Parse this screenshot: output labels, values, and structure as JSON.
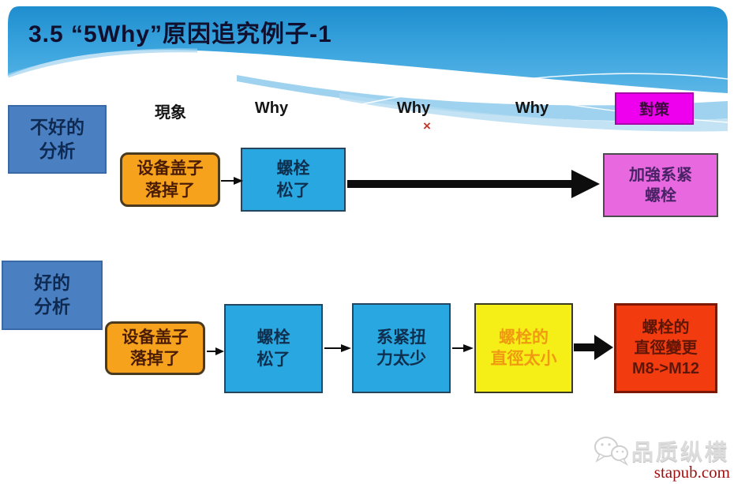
{
  "title": "3.5 “5Why”原因追究例子-1",
  "headers": {
    "phenomenon": "現象",
    "why_1": "Why",
    "why_2": "Why",
    "why_3": "Why",
    "countermeasure": "對策",
    "reject_mark": "×"
  },
  "bad_analysis": {
    "label": "不好的\n分析",
    "phenomenon": "设备盖子\n落掉了",
    "why_1": "螺栓\n松了",
    "countermeasure": "加強系紧\n螺栓"
  },
  "good_analysis": {
    "label": "好的\n分析",
    "phenomenon": "设备盖子\n落掉了",
    "why_1": "螺栓\n松了",
    "why_2": "系紧扭\n力太少",
    "why_3": "螺栓的\n直徑太小",
    "countermeasure": "螺栓的\n直徑變更\nM8->M12"
  },
  "footer": {
    "brand": "品质纵横",
    "site": "stapub.com"
  },
  "colors": {
    "banner_blue": "#2b97d6",
    "label_blue": "#4a80c2",
    "phenomenon_orange": "#f6a21d",
    "process_blue": "#29a7e1",
    "countermeasure_header_magenta": "#ee00ee",
    "countermeasure_magenta": "#e768df",
    "highlight_yellow": "#f6ee17",
    "highlight_yellow_text": "#ef9a12",
    "result_red": "#f23c10",
    "arrow_black": "#0d0d0d",
    "site_red": "#9b1111"
  }
}
